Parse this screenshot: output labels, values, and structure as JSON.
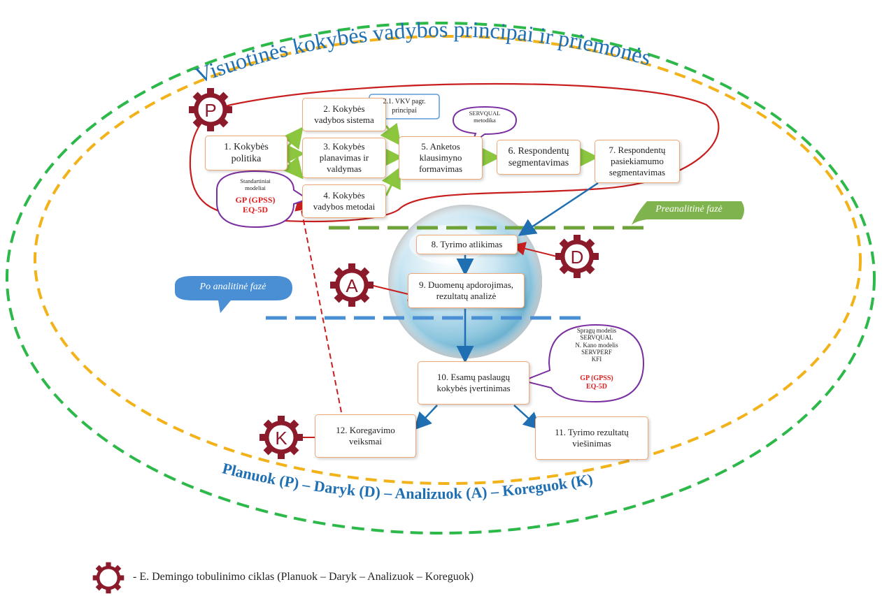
{
  "title": "Visuotinės kokybės vadybos principai ir priemonės",
  "bottom_arc_text": "Planuok (P) – Daryk (D) – Analizuok (A) – Koreguok (K)",
  "gears": {
    "p": "P",
    "d": "D",
    "a": "A",
    "k": "K"
  },
  "boxes": {
    "b1": "1. Kokybės\npolitika",
    "b2": "2. Kokybės\nvadybos sistema",
    "b2_1": "2.1. VKV pagr.\nprincipai",
    "b3": "3. Kokybės\nplanavimas ir\nvaldymas",
    "b4": "4. Kokybės\nvadybos metodai",
    "b5": "5. Anketos\nklausimyno\nformavimas",
    "b6": "6. Respondentų\nsegmentavimas",
    "b7": "7. Respondentų\npasiekiamumo\nsegmentavimas",
    "b8": "8. Tyrimo  atlikimas",
    "b9": "9. Duomenų apdorojimas,\nrezultatų analizė",
    "b10": "10. Esamų paslaugų\nkokybės įvertinimas",
    "b11": "11. Tyrimo rezultatų\nviešinimas",
    "b12": "12. Koregavimo\nveiksmai"
  },
  "callouts": {
    "servqual": "SERVQUAL\nmetodika",
    "std_models_title": "Standartiniai\nmodeliai",
    "std_models_red": "GP (GPSS)\nEQ-5D",
    "models_list": "Spragų modelis\nSERVQUAL\nN. Kano modelis\nSERVPERF\nKFI",
    "models_red": "GP (GPSS)\nEQ-5D"
  },
  "phases": {
    "pre": "Preanalitinė fazė",
    "post": "Po analitinė fazė"
  },
  "legend": {
    "text": "- E. Demingo tobulinimo ciklas (Planuok – Daryk – Analizuok – Koreguok)"
  },
  "colors": {
    "outer_dash": "#2db84a",
    "inner_dash": "#f2b21a",
    "blue": "#1f6fb2",
    "gear": "#8b1a2b",
    "red_loop": "#c81e1e",
    "green_arrow": "#8cc63f",
    "phase_green": "#6ea33a",
    "phase_blue": "#4a8fd4",
    "purple": "#7a2fa0"
  }
}
